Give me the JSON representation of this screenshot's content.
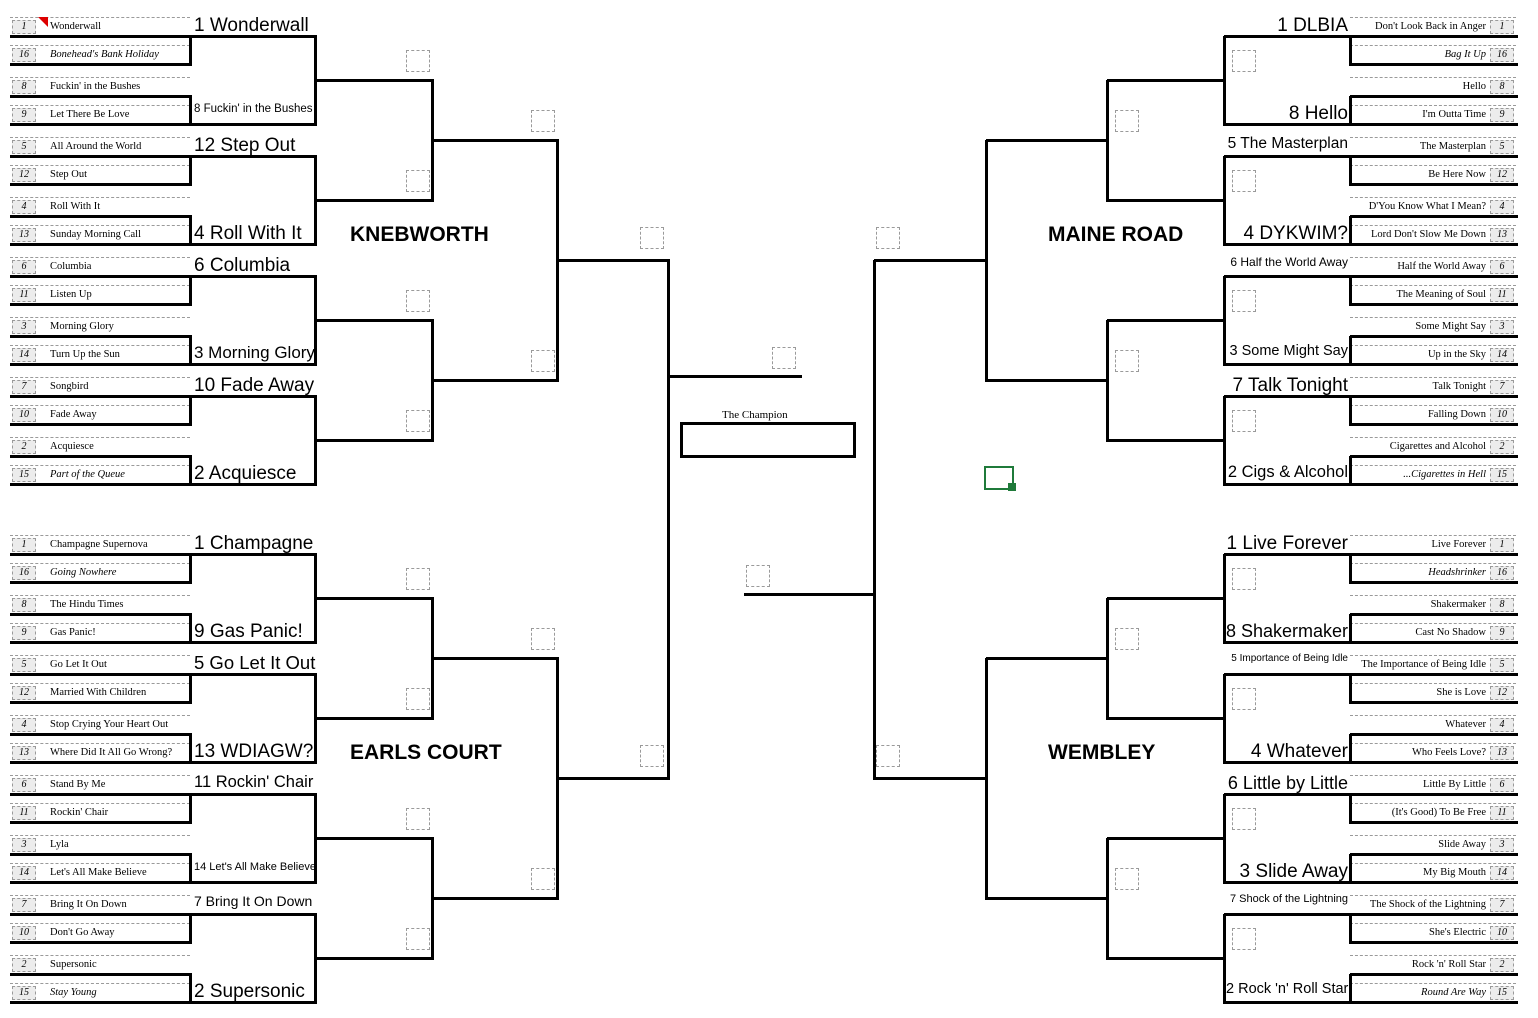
{
  "regions": [
    {
      "name": "KNEBWORTH",
      "entries": [
        {
          "seed": "1",
          "song": "Wonderwall"
        },
        {
          "seed": "16",
          "song": "Bonehead's Bank Holiday",
          "italic": true
        },
        {
          "seed": "8",
          "song": "Fuckin' in the Bushes"
        },
        {
          "seed": "9",
          "song": "Let There Be Love"
        },
        {
          "seed": "5",
          "song": "All Around the World"
        },
        {
          "seed": "12",
          "song": "Step Out"
        },
        {
          "seed": "4",
          "song": "Roll With It"
        },
        {
          "seed": "13",
          "song": "Sunday Morning Call"
        },
        {
          "seed": "6",
          "song": "Columbia"
        },
        {
          "seed": "11",
          "song": "Listen Up"
        },
        {
          "seed": "3",
          "song": "Morning Glory"
        },
        {
          "seed": "14",
          "song": "Turn Up the Sun"
        },
        {
          "seed": "7",
          "song": "Songbird"
        },
        {
          "seed": "10",
          "song": "Fade Away"
        },
        {
          "seed": "2",
          "song": "Acquiesce"
        },
        {
          "seed": "15",
          "song": "Part of the Queue",
          "italic": true
        }
      ],
      "round2": [
        "1 Wonderwall",
        "8 Fuckin' in the Bushes",
        "12 Step Out",
        "4 Roll With It",
        "6 Columbia",
        "3 Morning Glory",
        "10 Fade Away",
        "2 Acquiesce"
      ]
    },
    {
      "name": "EARLS COURT",
      "entries": [
        {
          "seed": "1",
          "song": "Champagne Supernova"
        },
        {
          "seed": "16",
          "song": "Going Nowhere",
          "italic": true
        },
        {
          "seed": "8",
          "song": "The Hindu Times"
        },
        {
          "seed": "9",
          "song": "Gas Panic!"
        },
        {
          "seed": "5",
          "song": "Go Let It Out"
        },
        {
          "seed": "12",
          "song": "Married With Children"
        },
        {
          "seed": "4",
          "song": "Stop Crying Your Heart Out"
        },
        {
          "seed": "13",
          "song": "Where Did It All Go Wrong?"
        },
        {
          "seed": "6",
          "song": "Stand By Me"
        },
        {
          "seed": "11",
          "song": "Rockin' Chair"
        },
        {
          "seed": "3",
          "song": "Lyla"
        },
        {
          "seed": "14",
          "song": "Let's All Make Believe"
        },
        {
          "seed": "7",
          "song": "Bring It On Down"
        },
        {
          "seed": "10",
          "song": "Don't Go Away"
        },
        {
          "seed": "2",
          "song": "Supersonic"
        },
        {
          "seed": "15",
          "song": "Stay Young",
          "italic": true
        }
      ],
      "round2": [
        "1 Champagne",
        "9 Gas Panic!",
        "5 Go Let It Out",
        "13 WDIAGW?",
        "11 Rockin' Chair",
        "14 Let's All Make Believe",
        "7 Bring It On Down",
        "2 Supersonic"
      ]
    },
    {
      "name": "MAINE ROAD",
      "entries": [
        {
          "seed": "1",
          "song": "Don't Look Back in Anger"
        },
        {
          "seed": "16",
          "song": "Bag It Up",
          "italic": true
        },
        {
          "seed": "8",
          "song": "Hello"
        },
        {
          "seed": "9",
          "song": "I'm Outta Time"
        },
        {
          "seed": "5",
          "song": "The Masterplan"
        },
        {
          "seed": "12",
          "song": "Be Here Now"
        },
        {
          "seed": "4",
          "song": "D'You Know What I Mean?"
        },
        {
          "seed": "13",
          "song": "Lord Don't Slow Me Down"
        },
        {
          "seed": "6",
          "song": "Half the World Away"
        },
        {
          "seed": "11",
          "song": "The Meaning of Soul"
        },
        {
          "seed": "3",
          "song": "Some Might Say"
        },
        {
          "seed": "14",
          "song": "Up in the Sky"
        },
        {
          "seed": "7",
          "song": "Talk Tonight"
        },
        {
          "seed": "10",
          "song": "Falling Down"
        },
        {
          "seed": "2",
          "song": "Cigarettes and Alcohol"
        },
        {
          "seed": "15",
          "song": "...Cigarettes in Hell",
          "italic": true
        }
      ],
      "round2": [
        "1 DLBIA",
        "8 Hello",
        "5 The Masterplan",
        "4 DYKWIM?",
        "6 Half the World Away",
        "3 Some Might Say",
        "7 Talk Tonight",
        "2 Cigs & Alcohol"
      ]
    },
    {
      "name": "WEMBLEY",
      "entries": [
        {
          "seed": "1",
          "song": "Live Forever"
        },
        {
          "seed": "16",
          "song": "Headshrinker",
          "italic": true
        },
        {
          "seed": "8",
          "song": "Shakermaker"
        },
        {
          "seed": "9",
          "song": "Cast No Shadow"
        },
        {
          "seed": "5",
          "song": "The Importance of Being Idle"
        },
        {
          "seed": "12",
          "song": "She is Love"
        },
        {
          "seed": "4",
          "song": "Whatever"
        },
        {
          "seed": "13",
          "song": "Who Feels Love?"
        },
        {
          "seed": "6",
          "song": "Little By Little"
        },
        {
          "seed": "11",
          "song": "(It's Good) To Be Free"
        },
        {
          "seed": "3",
          "song": "Slide Away"
        },
        {
          "seed": "14",
          "song": "My Big Mouth"
        },
        {
          "seed": "7",
          "song": "The Shock of the Lightning"
        },
        {
          "seed": "10",
          "song": "She's Electric"
        },
        {
          "seed": "2",
          "song": "Rock 'n' Roll Star"
        },
        {
          "seed": "15",
          "song": "Round Are Way",
          "italic": true
        }
      ],
      "round2": [
        "1 Live Forever",
        "8 Shakermaker",
        "5 Importance of Being Idle",
        "4 Whatever",
        "6 Little by Little",
        "3 Slide Away",
        "7 Shock of the Lightning",
        "2 Rock 'n' Roll Star"
      ]
    }
  ],
  "champion_label": "The Champion",
  "colors": {
    "line": "#000000",
    "placeholder_border": "#9a9a9a",
    "seed_fill": "#ececec",
    "selection": "#1f7a3a",
    "comment_flag": "#dd0000"
  },
  "icons": {
    "selection": "cell-selection-cursor",
    "comment": "comment-indicator-icon"
  }
}
